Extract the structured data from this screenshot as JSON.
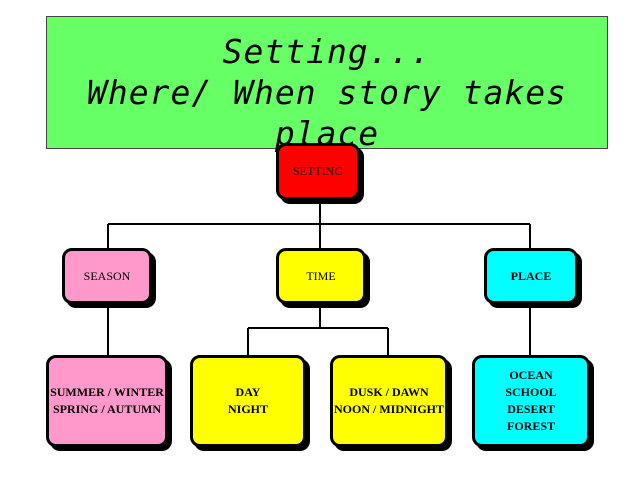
{
  "title": {
    "line1": "Setting...",
    "line2": "Where/ When story takes",
    "line3": "place"
  },
  "colors": {
    "title_bg": "#66ff66",
    "root": "#ff0000",
    "season": "#ff99cc",
    "time": "#ffff00",
    "place": "#00ffff"
  },
  "nodes": {
    "root": {
      "label": "SETTING"
    },
    "season": {
      "label": "SEASON"
    },
    "time": {
      "label": "TIME"
    },
    "place": {
      "label": "PLACE"
    },
    "season_child": {
      "lines": [
        "SUMMER / WINTER",
        "SPRING / AUTUMN"
      ]
    },
    "day_child": {
      "lines": [
        "DAY",
        "NIGHT"
      ]
    },
    "dusk_child": {
      "lines": [
        "DUSK  / DAWN",
        "NOON / MIDNIGHT"
      ]
    },
    "place_child": {
      "lines": [
        "OCEAN",
        "SCHOOL",
        "DESERT",
        "FOREST"
      ]
    }
  }
}
